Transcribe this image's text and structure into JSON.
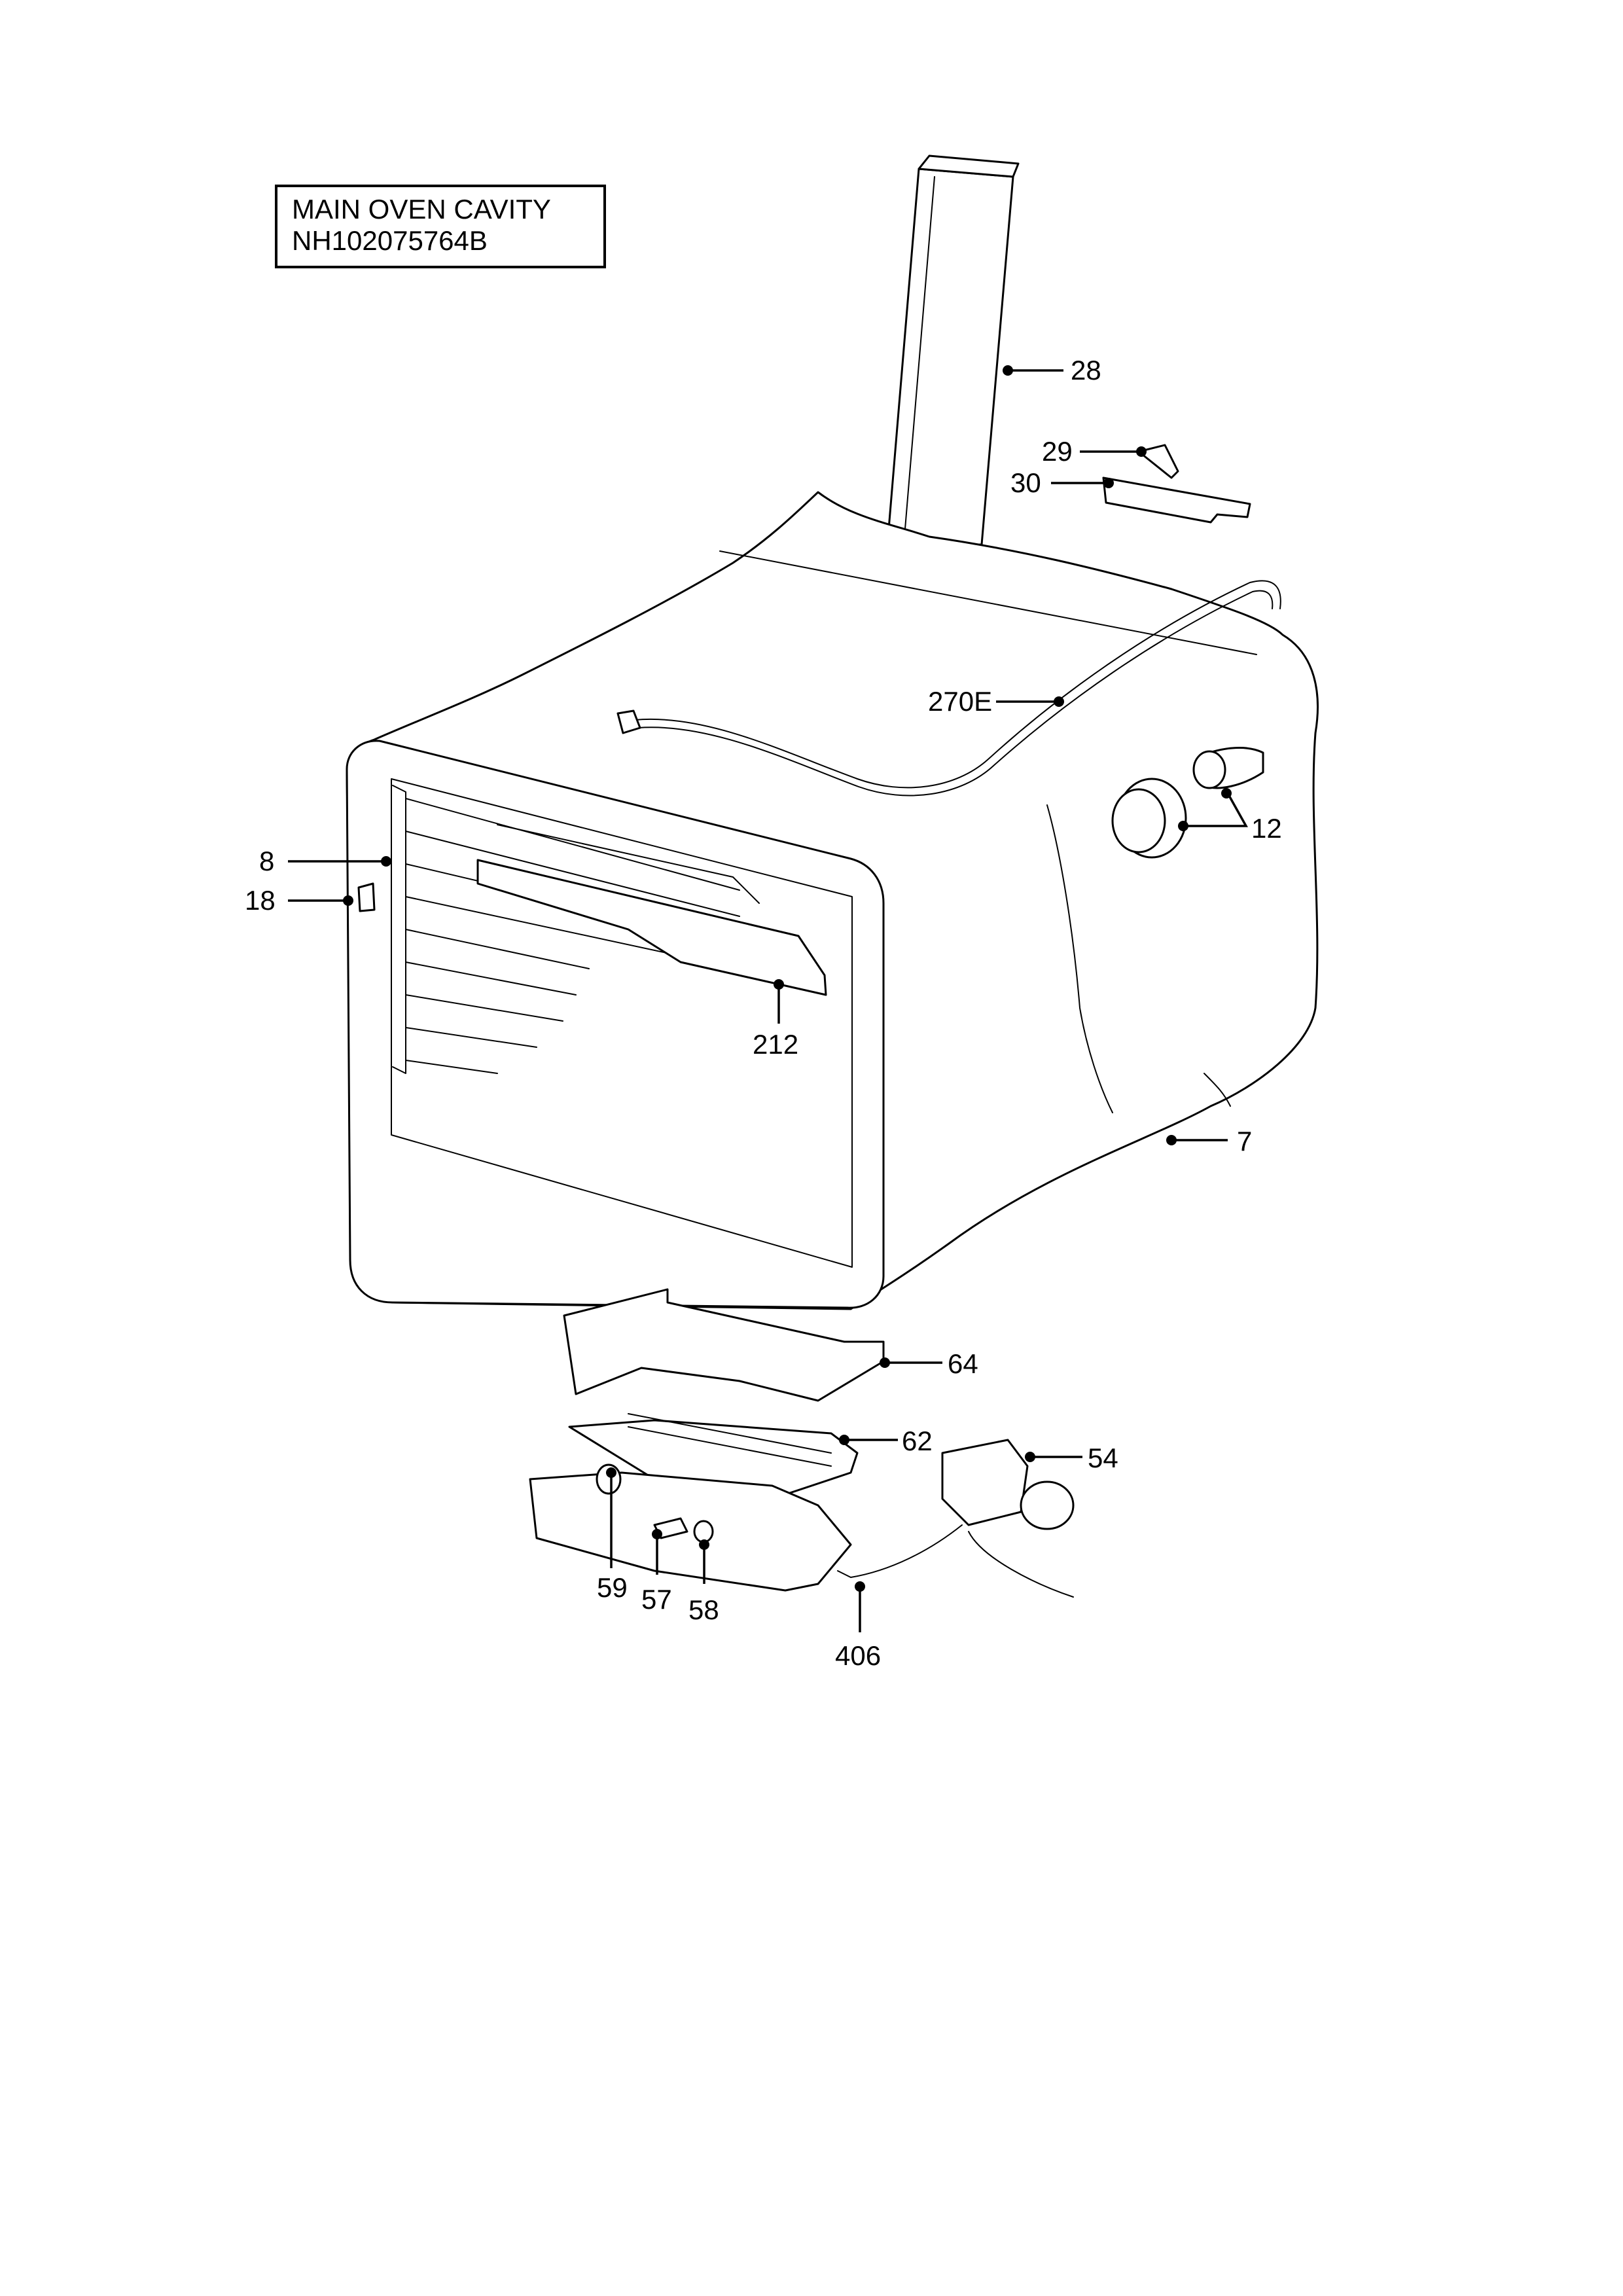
{
  "title": {
    "line1": "MAIN OVEN CAVITY",
    "line2": "NH102075764B"
  },
  "callouts": {
    "c28": "28",
    "c29": "29",
    "c30": "30",
    "c270E": "270E",
    "c12": "12",
    "c8": "8",
    "c18": "18",
    "c212": "212",
    "c7": "7",
    "c64": "64",
    "c62": "62",
    "c54": "54",
    "c59": "59",
    "c57": "57",
    "c58": "58",
    "c406": "406"
  }
}
